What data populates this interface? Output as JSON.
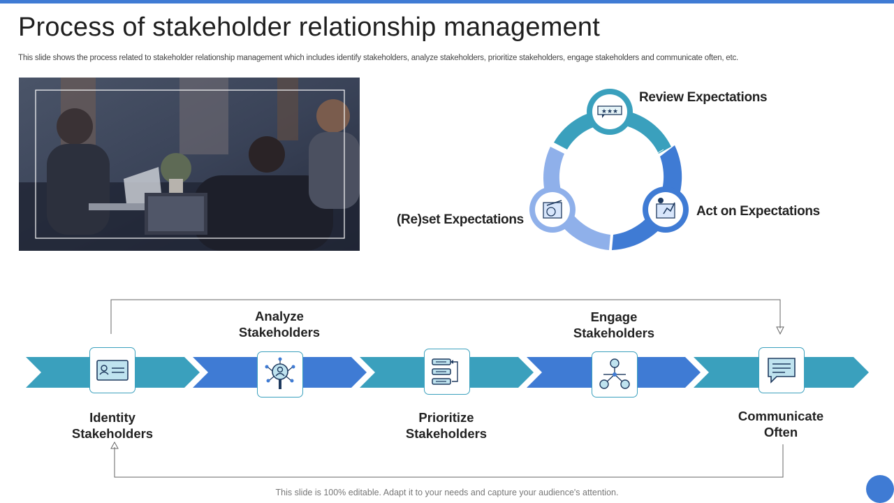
{
  "slide": {
    "title": "Process of stakeholder relationship management",
    "subtitle": "This slide shows the process related to stakeholder relationship management which includes identify stakeholders, analyze stakeholders, prioritize stakeholders, engage stakeholders and communicate often, etc.",
    "footer": "This slide is 100% editable. Adapt it to your needs and capture your audience's attention."
  },
  "cycle": {
    "review": "Review Expectations",
    "act": "Act on Expectations",
    "reset": "(Re)set Expectations"
  },
  "steps": [
    {
      "line1": "Identity",
      "line2": "Stakeholders",
      "icon": "id-card-icon"
    },
    {
      "line1": "Analyze",
      "line2": "Stakeholders",
      "icon": "magnifier-network-icon"
    },
    {
      "line1": "Prioritize",
      "line2": "Stakeholders",
      "icon": "list-priority-icon"
    },
    {
      "line1": "Engage",
      "line2": "Stakeholders",
      "icon": "people-network-icon"
    },
    {
      "line1": "Communicate",
      "line2": "Often",
      "icon": "chat-bubble-icon"
    }
  ],
  "colors": {
    "accent_blue": "#3f7bd4",
    "teal": "#3aa0bd",
    "light_blue": "#8fb0ea"
  }
}
